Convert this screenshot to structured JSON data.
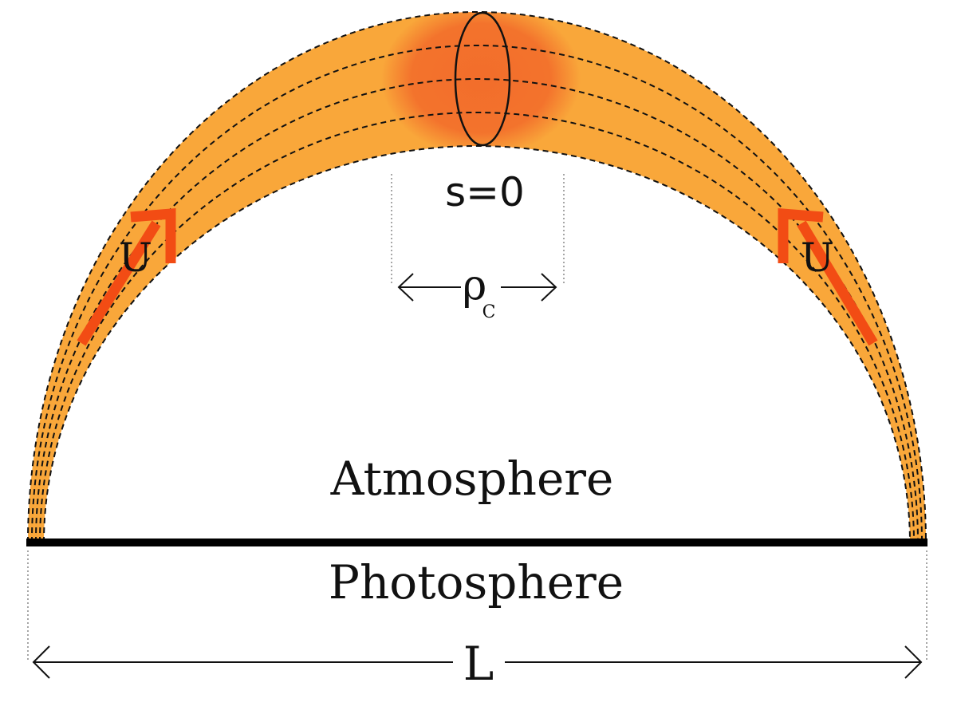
{
  "diagram": {
    "labels": {
      "s0": "s=0",
      "rho": "ρ",
      "rho_sub": "c",
      "u_left": "U",
      "u_right": "U",
      "atmosphere": "Atmosphere",
      "photosphere": "Photosphere",
      "length": "L"
    },
    "colors": {
      "loop_fill": "#F9A73A",
      "condensation": "#F26A2A",
      "flow_arrow": "#F24C14",
      "photosphere_line": "#000000",
      "dash_line": "#111111",
      "guide_line": "#888888"
    }
  }
}
